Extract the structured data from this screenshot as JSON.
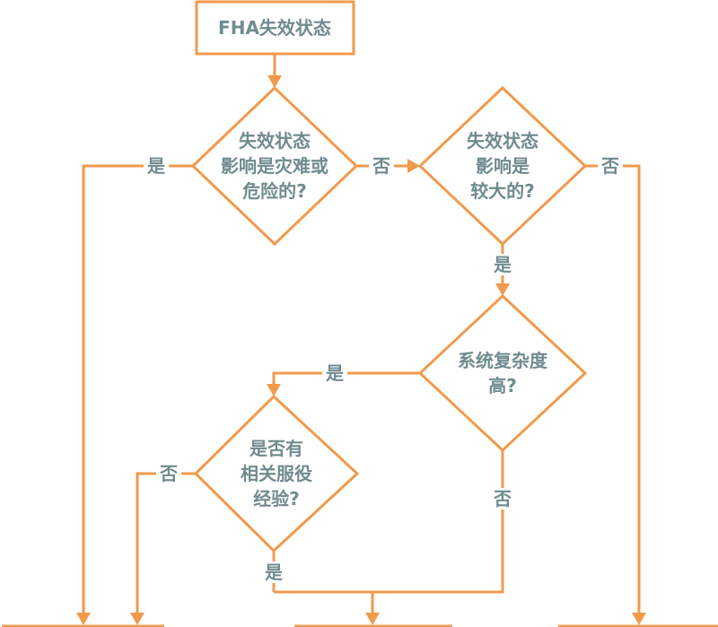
{
  "start": {
    "label": "FHA失效状态"
  },
  "decision1": {
    "lines": [
      "失效状态",
      "影响是灾难或",
      "危险的?"
    ],
    "yes": "是",
    "no": "否"
  },
  "decision2": {
    "lines": [
      "失效状态",
      "影响是",
      "较大的?"
    ],
    "yes": "是",
    "no": "否"
  },
  "decision3": {
    "lines": [
      "系统复杂度",
      "高?"
    ],
    "yes": "是",
    "no": "否"
  },
  "decision4": {
    "lines": [
      "是否有",
      "相关服役",
      "经验?"
    ],
    "yes": "是",
    "no": "否"
  },
  "colors": {
    "stroke": "#F19A4C",
    "text": "#6F8B8F"
  }
}
